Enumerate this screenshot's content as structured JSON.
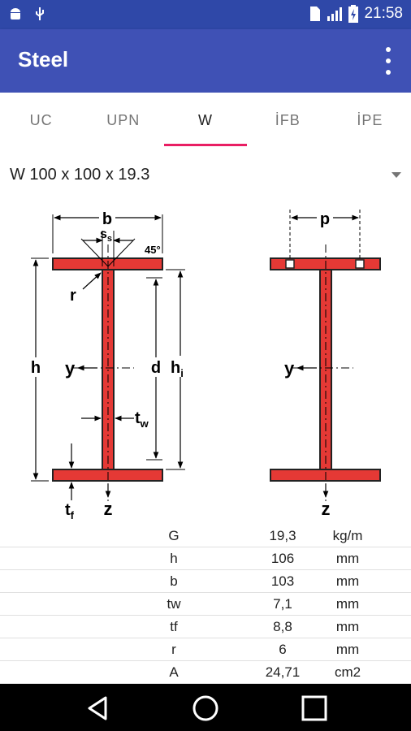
{
  "status": {
    "time": "21:58"
  },
  "app": {
    "title": "Steel"
  },
  "tabs": [
    {
      "label": "UC",
      "active": false
    },
    {
      "label": "UPN",
      "active": false
    },
    {
      "label": "W",
      "active": true
    },
    {
      "label": "İFB",
      "active": false
    },
    {
      "label": "İPE",
      "active": false
    }
  ],
  "spinner": {
    "value": "W 100 x 100 x 19.3"
  },
  "diagram": {
    "b": "b",
    "ss": "s",
    "ss_sub": "s",
    "angle": "45°",
    "r": "r",
    "h": "h",
    "y": "y",
    "d": "d",
    "hi": "h",
    "hi_sub": "i",
    "tw": "t",
    "tw_sub": "w",
    "tf": "t",
    "tf_sub": "f",
    "z": "z",
    "p": "p"
  },
  "properties": [
    {
      "name": "G",
      "value": "19,3",
      "unit": "kg/m"
    },
    {
      "name": "h",
      "value": "106",
      "unit": "mm"
    },
    {
      "name": "b",
      "value": "103",
      "unit": "mm"
    },
    {
      "name": "tw",
      "value": "7,1",
      "unit": "mm"
    },
    {
      "name": "tf",
      "value": "8,8",
      "unit": "mm"
    },
    {
      "name": "r",
      "value": "6",
      "unit": "mm"
    },
    {
      "name": "A",
      "value": "24,71",
      "unit": "cm2"
    }
  ],
  "colors": {
    "primary": "#3f51b5",
    "primary_dark": "#2f48a8",
    "accent": "#e91e63",
    "steel": "#e53935"
  }
}
